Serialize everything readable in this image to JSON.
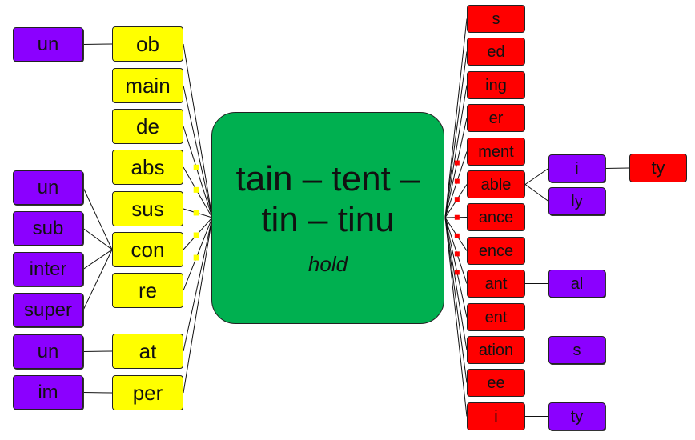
{
  "root": {
    "line1": "tain – tent –",
    "line2": "tin – tinu",
    "meaning": "hold"
  },
  "prefixes": [
    "ob",
    "main",
    "de",
    "abs",
    "sus",
    "con",
    "re",
    "at",
    "per"
  ],
  "outer_prefixes": [
    "un",
    "un",
    "sub",
    "inter",
    "super",
    "un",
    "im"
  ],
  "suffixes": [
    "s",
    "ed",
    "ing",
    "er",
    "ment",
    "able",
    "ance",
    "ence",
    "ant",
    "ent",
    "ation",
    "ee",
    "i"
  ],
  "suffix_extensions": [
    "i",
    "ly",
    "al",
    "s",
    "ty"
  ],
  "second_extensions": [
    "ty"
  ],
  "colors": {
    "root": "#00b050",
    "prefix": "#ffff00",
    "outer_prefix": "#8b00ff",
    "suffix": "#ff0000",
    "suffix_extension": "#8b00ff"
  }
}
